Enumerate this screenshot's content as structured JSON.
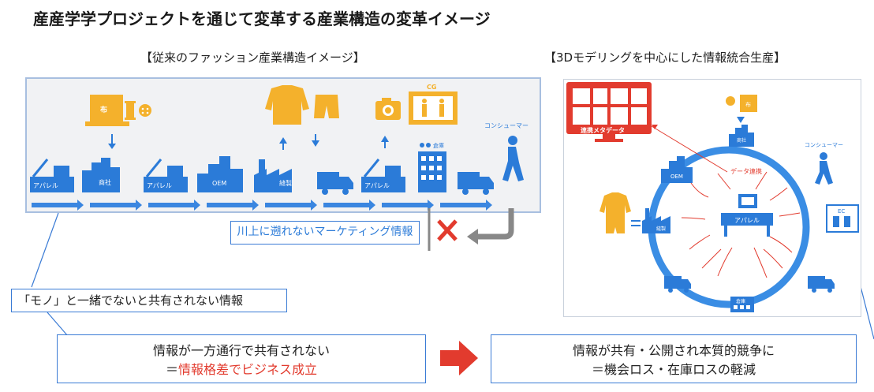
{
  "title": "産産学学プロジェクトを通じて変革する産業構造の変革イメージ",
  "left_heading": "【従来のファッション産業構造イメージ】",
  "right_heading": "【3Dモデリングを中心にした情報統合生産】",
  "left_panel": {
    "labels": {
      "cloth": "布",
      "cg": "CG",
      "consumer": "コンシューマー",
      "apparel1": "アパレル",
      "trading": "商社",
      "apparel2": "アパレル",
      "oem": "OEM",
      "sewing": "縫製",
      "apparel3": "アパレル",
      "warehouse": "倉庫"
    }
  },
  "upstream_box": "川上に遡れないマーケティング情報",
  "mono_box": "「モノ」と一緒でないと共有されない情報",
  "left_result": {
    "line1": "情報が一方通行で共有されない",
    "line2_prefix": "＝",
    "line2_red": "情報格差でビジネス成立"
  },
  "right_result": {
    "line1": "情報が共有・公開され本質的競争に",
    "line2": "＝機会ロス・在庫ロスの軽減"
  },
  "right_panel": {
    "labels": {
      "metadata": "連携メタデータ",
      "cloth": "布",
      "trading": "商社",
      "consumer": "コンシューマー",
      "oem": "OEM",
      "data_link": "データ連携",
      "apparel": "アパレル",
      "sewing": "縫製",
      "ec": "EC",
      "warehouse": "倉庫"
    }
  },
  "colors": {
    "blue": "#2b7bd8",
    "orange": "#f4b12c",
    "red": "#e23b2e",
    "gray": "#888888"
  }
}
